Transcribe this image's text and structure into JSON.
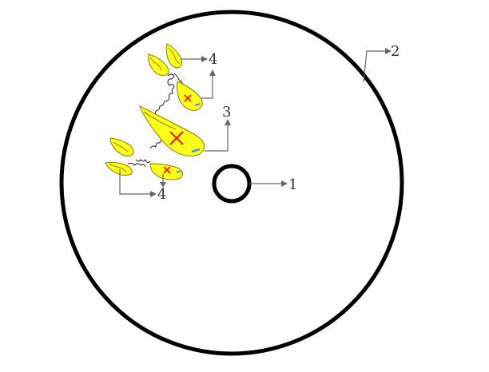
{
  "labels": {
    "hole": "1",
    "disk": "2",
    "large_cell": "3",
    "small_cells_top": "4",
    "small_cells_bottom": "4"
  },
  "colors": {
    "disk_outline": "#000000",
    "cell_fill": "#ffff1a",
    "cross": "#e02020",
    "leader": "#666666",
    "accent_tip": "#3aa0c8"
  }
}
